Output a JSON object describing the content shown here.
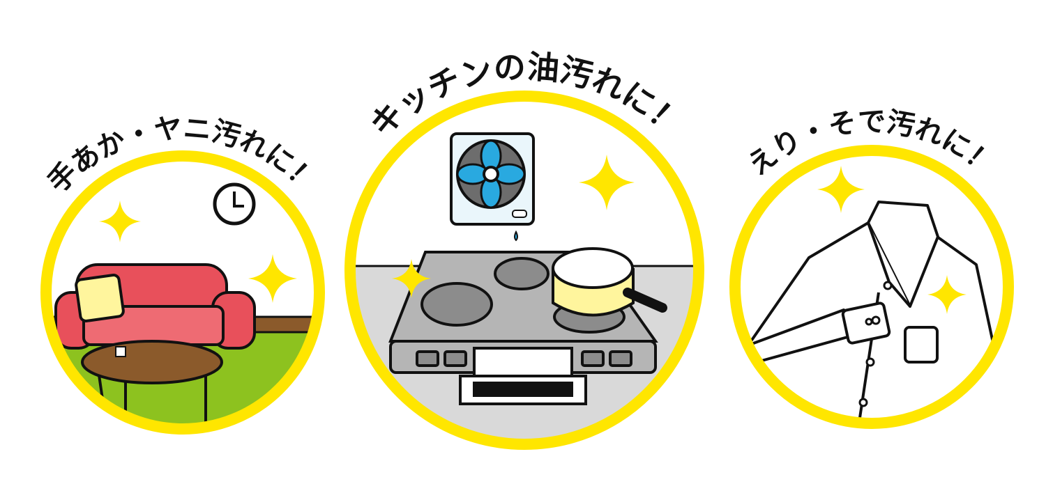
{
  "captions": {
    "left": "手あか・ヤニ汚れに！",
    "middle": "キッチンの油汚れに！",
    "right": "えり・そで汚れに！"
  },
  "colors": {
    "ring": "#FFE600",
    "sparkle": "#FFE600",
    "sofa": "#E8505B",
    "rug": "#8DC21F",
    "table": "#8B5A2B",
    "fan": "#29A9E0",
    "pot": "#FFF59D",
    "stove": "#B5B5B5",
    "floor": "#D9D9D9"
  }
}
